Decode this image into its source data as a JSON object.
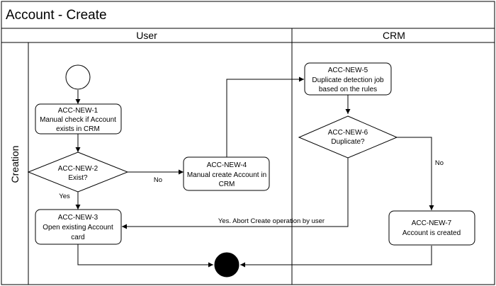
{
  "diagram": {
    "title": "Account - Create",
    "lanes": {
      "user": "User",
      "crm": "CRM"
    },
    "phase": "Creation",
    "nodes": {
      "n1": {
        "id": "ACC-NEW-1",
        "lines": [
          "Manual check if Account",
          "exists in CRM"
        ]
      },
      "n2": {
        "id": "ACC-NEW-2",
        "lines": [
          "Exist?"
        ]
      },
      "n3": {
        "id": "ACC-NEW-3",
        "lines": [
          "Open existing Account",
          "card"
        ]
      },
      "n4": {
        "id": "ACC-NEW-4",
        "lines": [
          "Manual create Account in",
          "CRM"
        ]
      },
      "n5": {
        "id": "ACC-NEW-5",
        "lines": [
          "Duplicate detection job",
          "based on the rules"
        ]
      },
      "n6": {
        "id": "ACC-NEW-6",
        "lines": [
          "Duplicate?"
        ]
      },
      "n7": {
        "id": "ACC-NEW-7",
        "lines": [
          "Account is created"
        ]
      }
    },
    "edges": {
      "no_exist": "No",
      "yes_exist": "Yes",
      "no_duplicate": "No",
      "yes_abort": "Yes. Abort Create operation by user"
    }
  }
}
